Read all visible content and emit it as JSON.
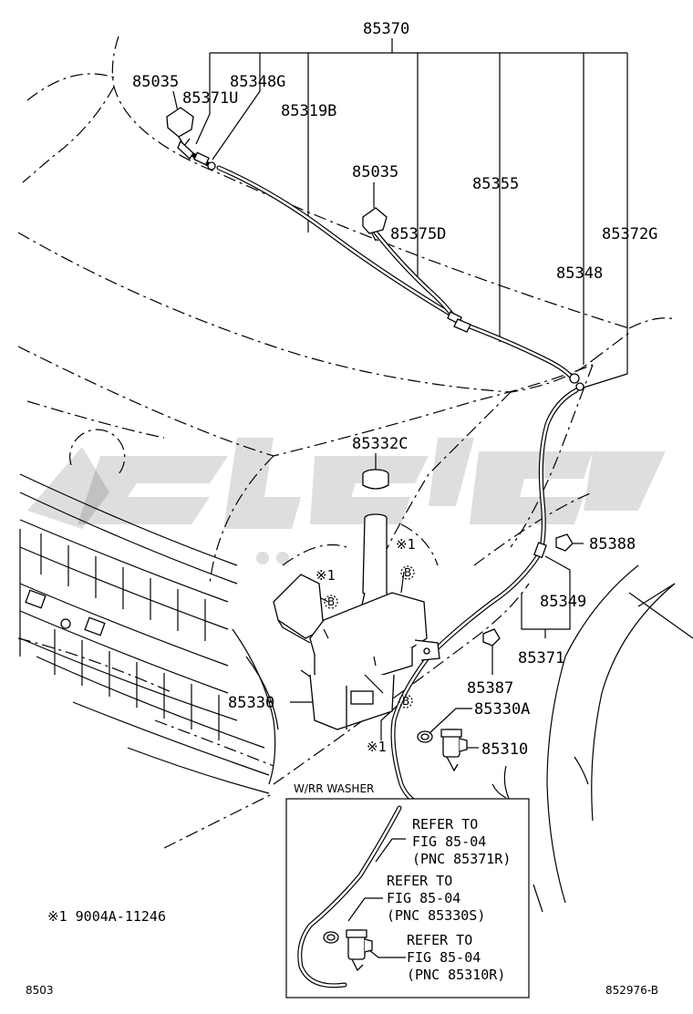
{
  "diagram": {
    "labels": {
      "p85370": "85370",
      "p85035a": "85035",
      "p85348g": "85348G",
      "p85371u": "85371U",
      "p85319b": "85319B",
      "p85035b": "85035",
      "p85355": "85355",
      "p85375d": "85375D",
      "p85372g": "85372G",
      "p85348": "85348",
      "p85332c": "85332C",
      "p85388": "85388",
      "p85349": "85349",
      "p85371": "85371",
      "p85387": "85387",
      "p85330a": "85330A",
      "p85330": "85330",
      "p85310": "85310"
    },
    "marks": {
      "m1": "※1",
      "m2": "※1",
      "m3": "※1",
      "b1": "B",
      "b2": "B",
      "b3": "B"
    },
    "inset": {
      "title": "W/RR WASHER",
      "ref1": [
        "REFER TO",
        "FIG 85-04",
        "(PNC 85371R)"
      ],
      "ref2": [
        "REFER TO",
        "FIG 85-04",
        "(PNC 85330S)"
      ],
      "ref3": [
        "REFER TO",
        "FIG 85-04",
        "(PNC 85310R)"
      ]
    },
    "footnote": "※1 9004A-11246",
    "code_left": "8503",
    "code_right": "852976-B"
  }
}
